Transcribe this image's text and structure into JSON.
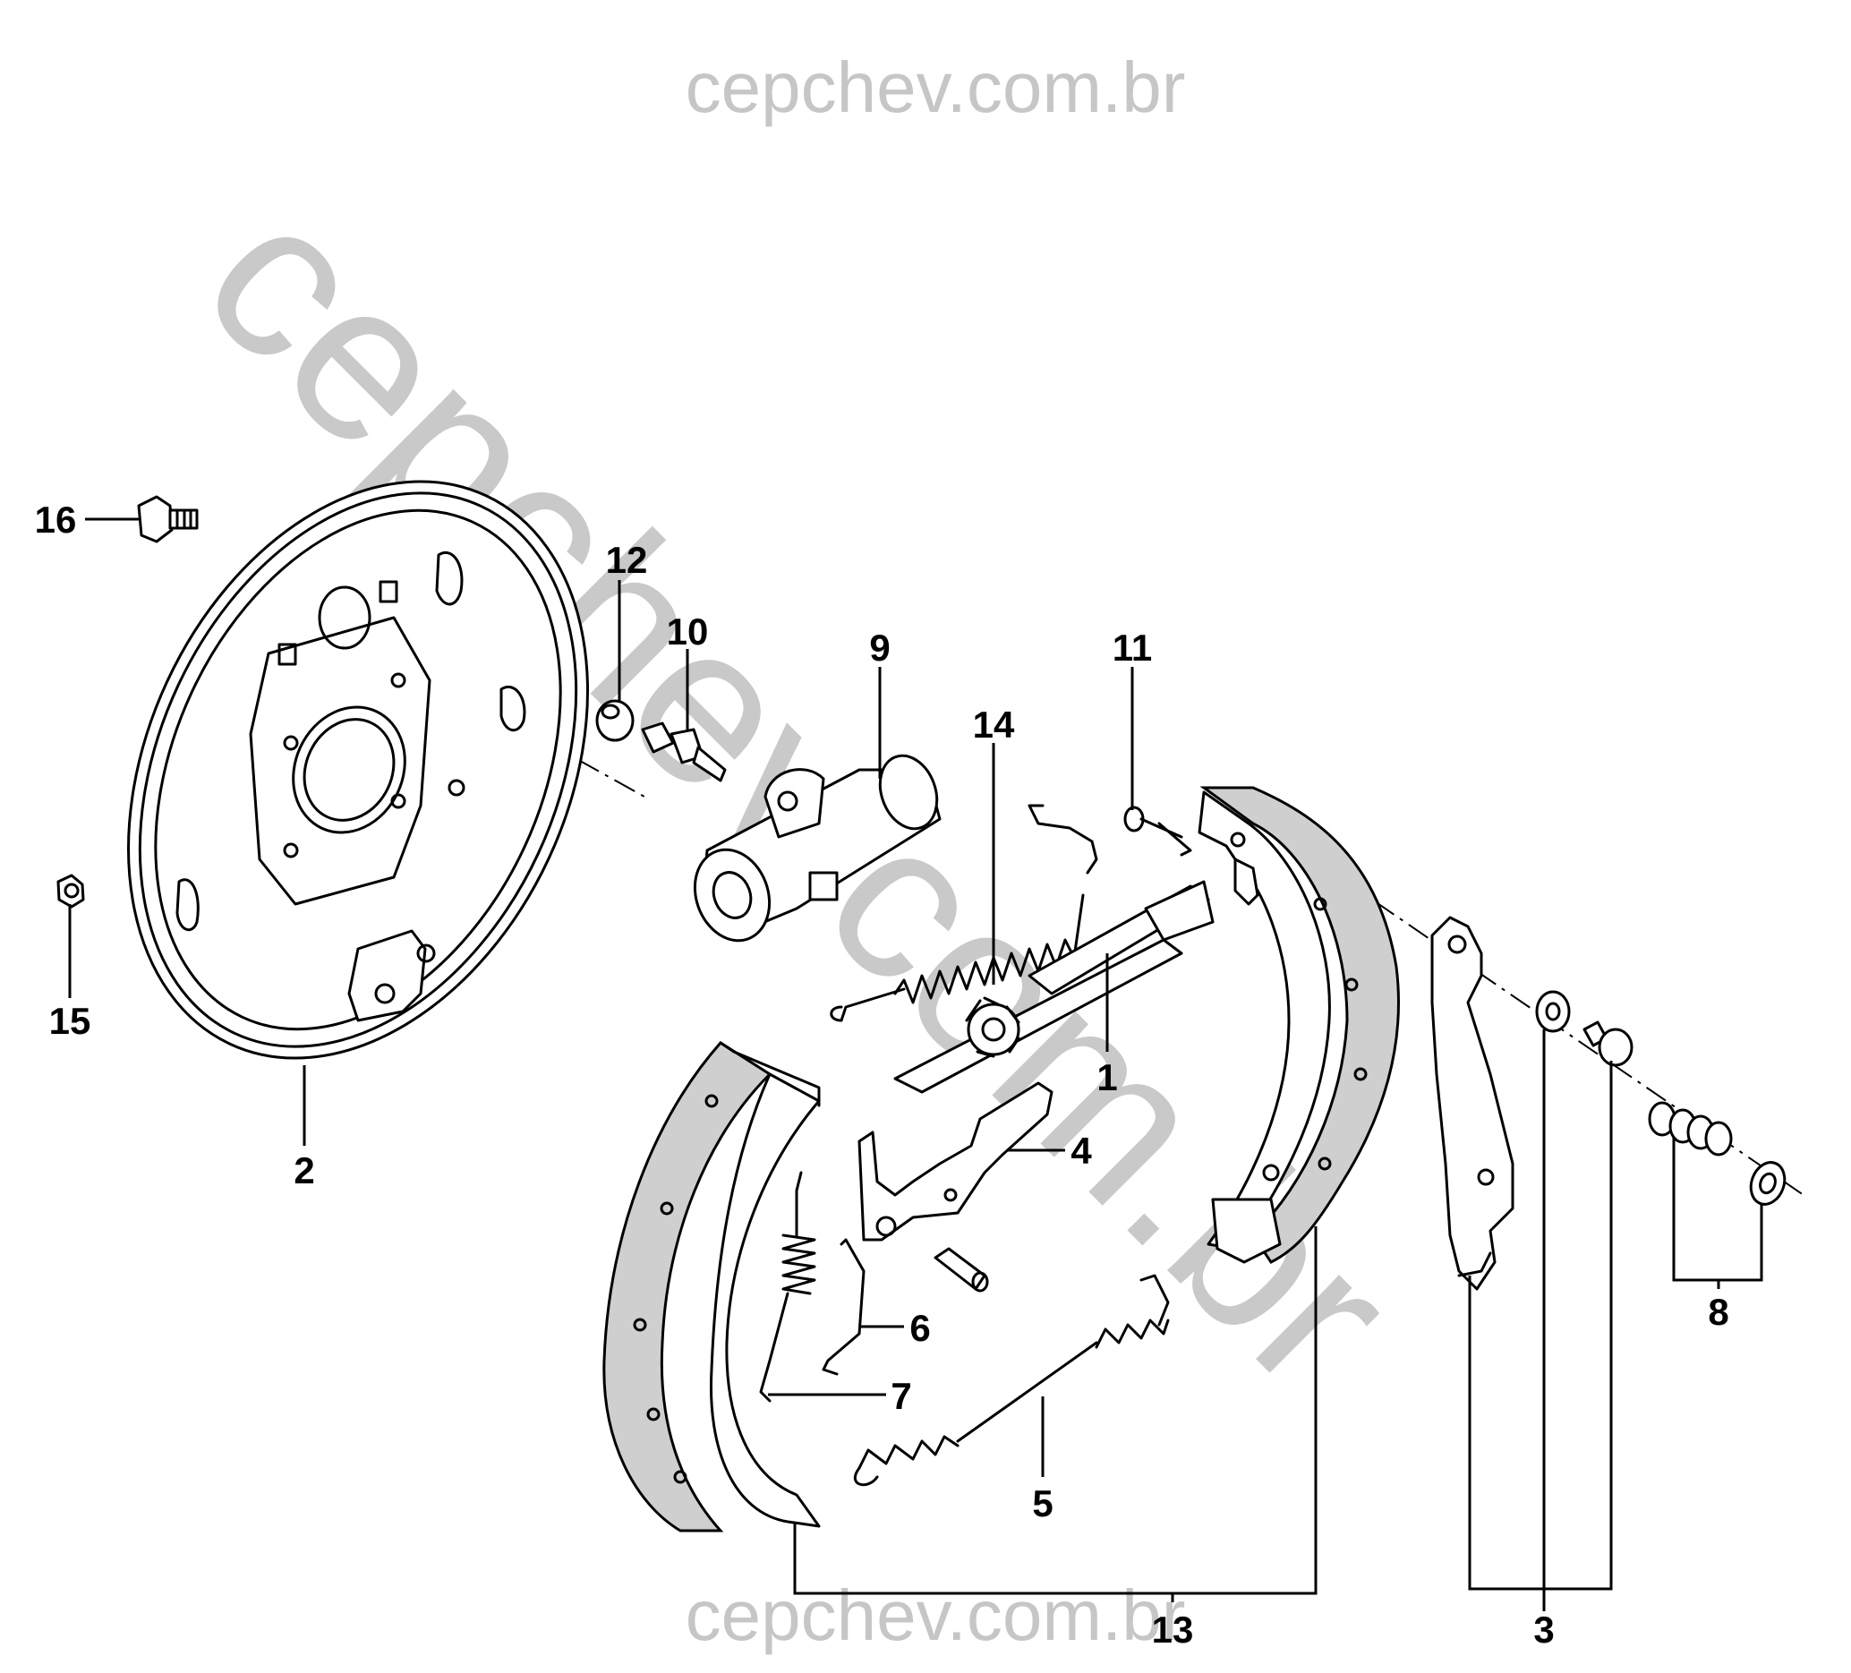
{
  "watermarks": {
    "top": "cepchev.com.br",
    "diagonal": "cepchev.com.br",
    "bottom": "cepchev.com.br"
  },
  "callouts": {
    "c1": "1",
    "c2": "2",
    "c3": "3",
    "c4": "4",
    "c5": "5",
    "c6": "6",
    "c7": "7",
    "c8": "8",
    "c9": "9",
    "c10": "10",
    "c11": "11",
    "c12": "12",
    "c13": "13",
    "c14": "14",
    "c15": "15",
    "c16": "16"
  }
}
